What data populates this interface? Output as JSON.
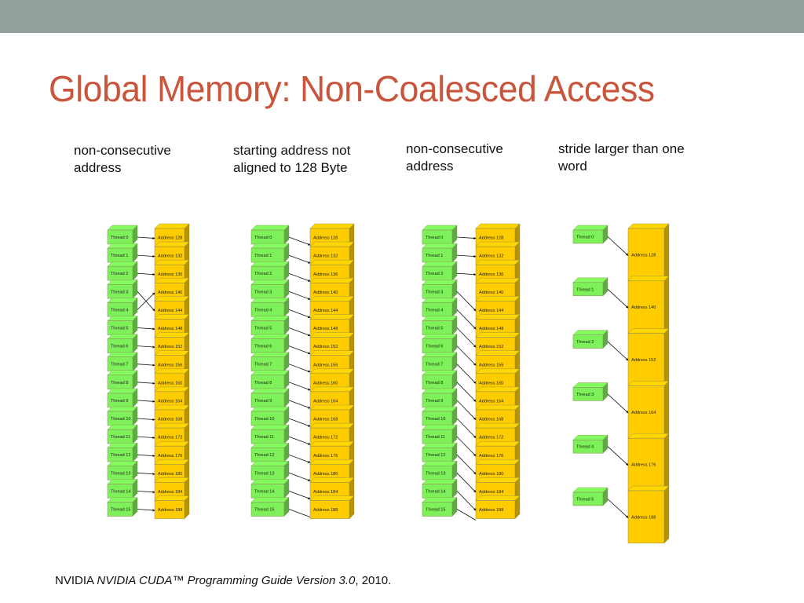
{
  "slide": {
    "title": "Global Memory: Non-Coalesced  Access",
    "captions": [
      "non-consecutive address",
      "starting address not aligned to 128 Byte",
      "non-consecutive address",
      "stride larger than one word"
    ],
    "footer": {
      "org": "NVIDIA ",
      "guide_title": "NVIDIA CUDA™ Programming Guide Version 3.0",
      "year": ", 2010."
    }
  },
  "colors": {
    "topbar": "#94a19a",
    "title": "#c9553c",
    "thread_fill": "#7ef05a",
    "address_fill": "#ffcc00"
  },
  "diagrams": [
    {
      "name": "diagram-non-consecutive-1",
      "threads": [
        "Thread 0",
        "Thread 1",
        "Thread 2",
        "Thread 3",
        "Thread 4",
        "Thread 5",
        "Thread 6",
        "Thread 7",
        "Thread 8",
        "Thread 9",
        "Thread 10",
        "Thread 11",
        "Thread 12",
        "Thread 13",
        "Thread 14",
        "Thread 15"
      ],
      "addresses": [
        "Address 128",
        "Address 132",
        "Address 136",
        "Address 140",
        "Address 144",
        "Address 148",
        "Address 152",
        "Address 156",
        "Address 160",
        "Address 164",
        "Address 168",
        "Address 172",
        "Address 176",
        "Address 180",
        "Address 184",
        "Address 188"
      ],
      "mapping": [
        0,
        1,
        2,
        4,
        3,
        5,
        6,
        7,
        8,
        9,
        10,
        11,
        12,
        13,
        14,
        15
      ]
    },
    {
      "name": "diagram-misaligned",
      "threads": [
        "Thread 0",
        "Thread 1",
        "Thread 2",
        "Thread 3",
        "Thread 4",
        "Thread 5",
        "Thread 6",
        "Thread 7",
        "Thread 8",
        "Thread 9",
        "Thread 10",
        "Thread 11",
        "Thread 12",
        "Thread 13",
        "Thread 14",
        "Thread 15"
      ],
      "addresses": [
        "Address 128",
        "Address 132",
        "Address 136",
        "Address 140",
        "Address 144",
        "Address 148",
        "Address 152",
        "Address 156",
        "Address 160",
        "Address 164",
        "Address 168",
        "Address 172",
        "Address 176",
        "Address 180",
        "Address 184",
        "Address 188"
      ],
      "mapping": [
        1,
        2,
        3,
        4,
        5,
        6,
        7,
        8,
        9,
        10,
        11,
        12,
        13,
        14,
        15,
        16
      ]
    },
    {
      "name": "diagram-non-consecutive-2",
      "threads": [
        "Thread 0",
        "Thread 1",
        "Thread 2",
        "Thread 3",
        "Thread 4",
        "Thread 5",
        "Thread 6",
        "Thread 7",
        "Thread 8",
        "Thread 9",
        "Thread 10",
        "Thread 11",
        "Thread 12",
        "Thread 13",
        "Thread 14",
        "Thread 15"
      ],
      "addresses": [
        "Address 128",
        "Address 132",
        "Address 136",
        "Address 140",
        "Address 144",
        "Address 148",
        "Address 152",
        "Address 156",
        "Address 160",
        "Address 164",
        "Address 168",
        "Address 172",
        "Address 176",
        "Address 180",
        "Address 184",
        "Address 188"
      ],
      "mapping": [
        0,
        1,
        2,
        4,
        5,
        6,
        7,
        8,
        9,
        10,
        11,
        12,
        13,
        14,
        15,
        16
      ]
    },
    {
      "name": "diagram-stride",
      "threads": [
        "Thread 0",
        "Thread 1",
        "Thread 2",
        "Thread 3",
        "Thread 4",
        "Thread 5"
      ],
      "addresses": [
        "Address 128",
        "Address 140",
        "Address 152",
        "Address 164",
        "Address 176",
        "Address 188"
      ],
      "mapping": [
        0,
        1,
        2,
        3,
        4,
        5
      ]
    }
  ]
}
